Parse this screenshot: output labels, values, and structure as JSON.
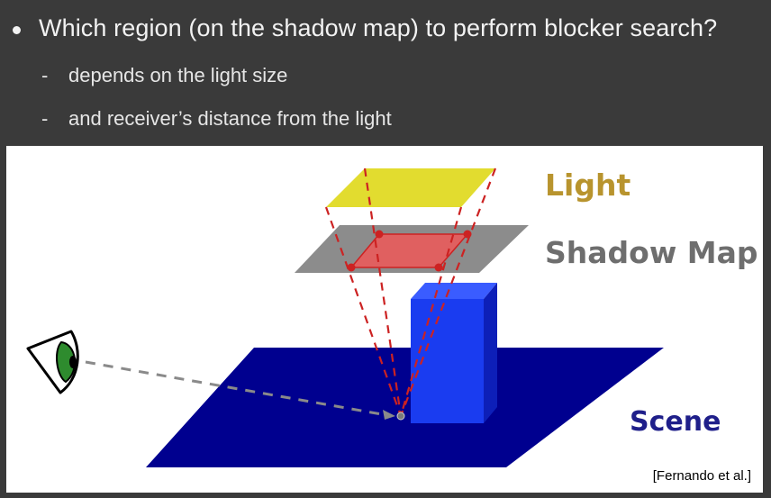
{
  "slide": {
    "bullet": "Which region (on the shadow map) to perform blocker search?",
    "sub_bullets": [
      {
        "dash": "-",
        "text": "depends on the light size"
      },
      {
        "dash": "-",
        "text": "and receiver’s distance from the light"
      }
    ]
  },
  "figure": {
    "labels": {
      "light": "Light",
      "shadow_map": "Shadow Map",
      "scene": "Scene"
    },
    "citation": "[Fernando et al.]",
    "colors": {
      "light_plane": "#e2dc2f",
      "shadow_map_plane": "#8c8c8c",
      "search_region": "#e06060",
      "frustum_lines": "#cc2222",
      "ground_plane": "#00008f",
      "blocker_box": "#1a3cf0",
      "light_label": "#b8942e",
      "shadow_map_label": "#6e6e6e",
      "scene_label": "#1f1f8a",
      "eye_iris": "#2e8b2e"
    },
    "icons": [
      "eye-icon"
    ]
  }
}
